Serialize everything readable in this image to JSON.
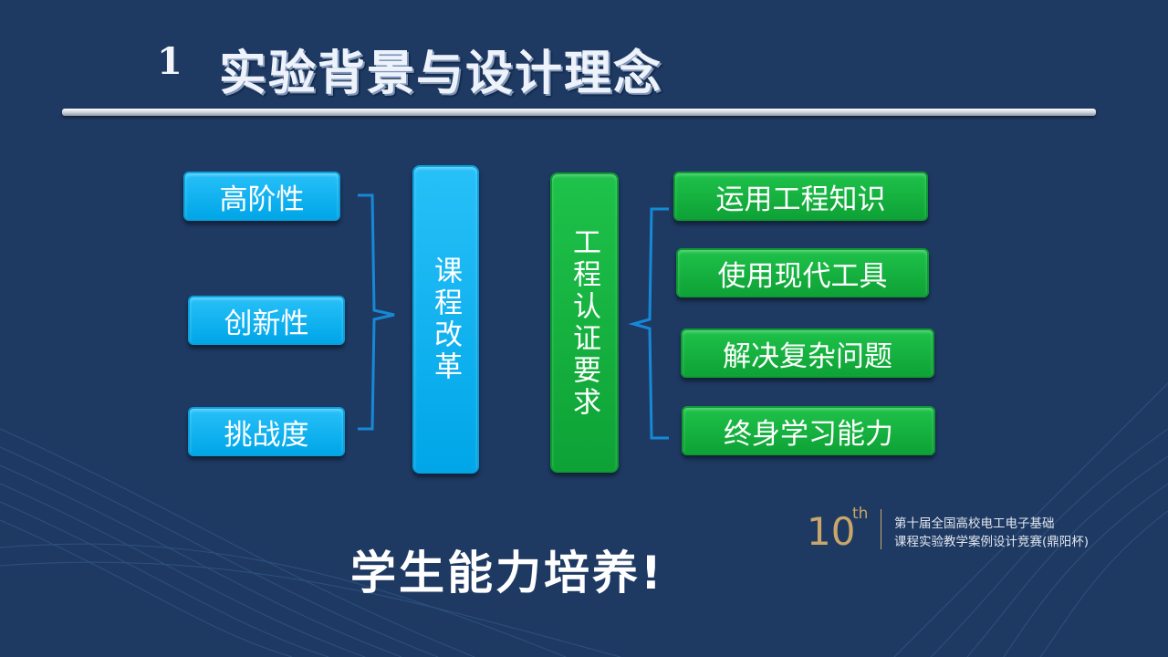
{
  "slide": {
    "number": "1",
    "title": "实验背景与设计理念"
  },
  "left_items": [
    "高阶性",
    "创新性",
    "挑战度"
  ],
  "center_blue": "课程改革",
  "center_green": "工程认证要求",
  "right_items": [
    "运用工程知识",
    "使用现代工具",
    "解决复杂问题",
    "终身学习能力"
  ],
  "tagline": "学生能力培养!",
  "badge": {
    "number": "10",
    "sup": "th",
    "line1": "第十届全国高校电工电子基础",
    "line2": "课程实验教学案例设计竞赛(鼎阳杯)"
  },
  "colors": {
    "background": "#1e3a63",
    "blue_box": "#00a6e8",
    "green_box": "#0ea236",
    "bracket": "#1689d6",
    "badge_gold": "#c9a66a"
  }
}
